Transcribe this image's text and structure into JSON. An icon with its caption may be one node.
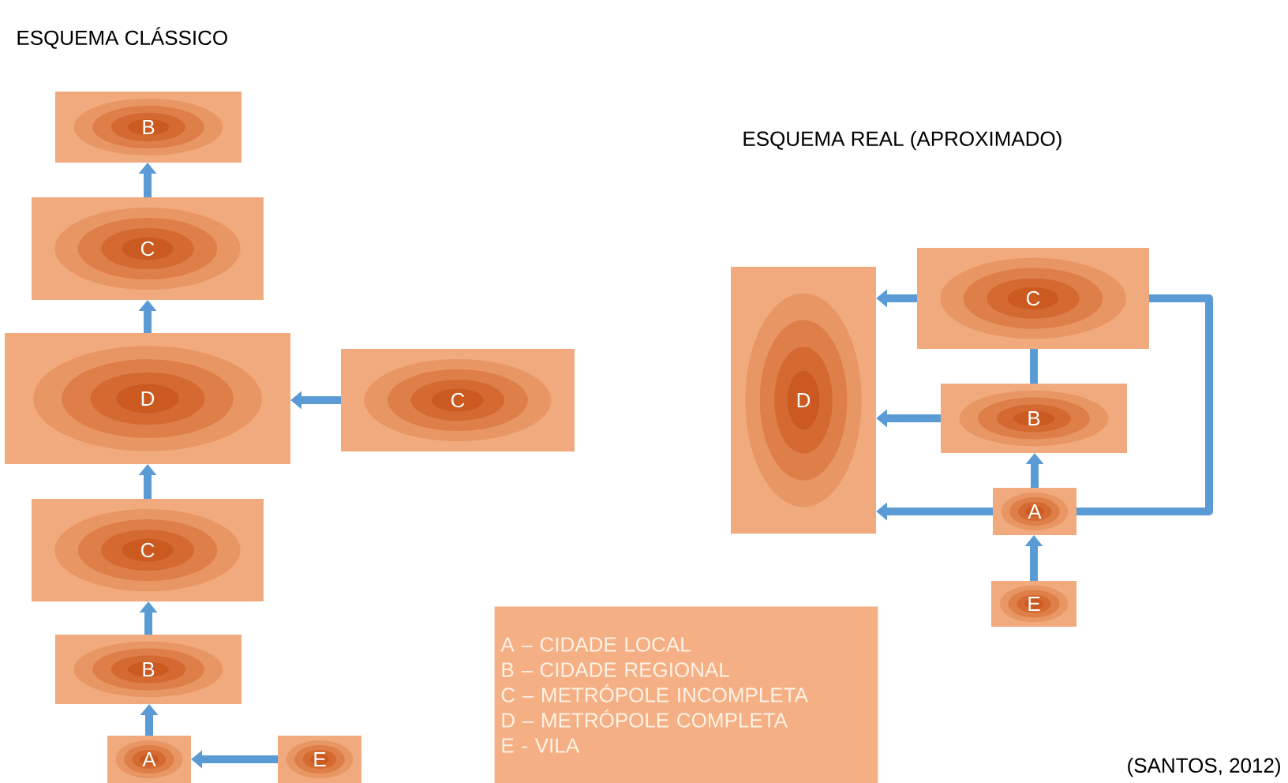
{
  "diagram": {
    "nodes": [
      {
        "text": [
          "B"
        ]
      },
      {
        "text": [
          "C"
        ]
      },
      {
        "text": [
          "D"
        ]
      },
      {
        "text": [
          "C"
        ]
      },
      {
        "text": [
          "C"
        ]
      },
      {
        "text": [
          "B"
        ]
      },
      {
        "text": [
          "A"
        ]
      },
      {
        "text": [
          "E"
        ]
      },
      {
        "text": [
          "D"
        ]
      },
      {
        "text": [
          "C"
        ]
      },
      {
        "text": [
          "B"
        ]
      },
      {
        "text": [
          "A"
        ]
      },
      {
        "text": [
          "E"
        ]
      },
      {
        "text": [
          "A – CIDADE LOCAL",
          "B – CIDADE REGIONAL",
          "C – METRÓPOLE INCOMPLETA",
          "D – METRÓPOLE COMPLETA",
          "E - VILA"
        ]
      }
    ],
    "edges": [
      {
        "from": 1,
        "to": 0,
        "arrow": "to"
      },
      {
        "from": 2,
        "to": 1,
        "arrow": "to"
      },
      {
        "from": 3,
        "to": 2,
        "arrow": "to"
      },
      {
        "from": 4,
        "to": 2,
        "arrow": "to"
      },
      {
        "from": 5,
        "to": 4,
        "arrow": "to"
      },
      {
        "from": 6,
        "to": 5,
        "arrow": "to"
      },
      {
        "from": 7,
        "to": 6,
        "arrow": "to"
      },
      {
        "from": 9,
        "to": 8,
        "arrow": "to"
      },
      {
        "from": 10,
        "to": 9,
        "arrow": "none"
      },
      {
        "from": 10,
        "to": 8,
        "arrow": "to"
      },
      {
        "from": 11,
        "to": 10,
        "arrow": "to"
      },
      {
        "from": 11,
        "to": 8,
        "arrow": "to"
      },
      {
        "from": 11,
        "to": 9,
        "arrow": "none"
      },
      {
        "from": 12,
        "to": 11,
        "arrow": "to"
      }
    ],
    "labels": [
      "ESQUEMA CLÁSSICO",
      "ESQUEMA REAL (APROXIMADO)",
      "(SANTOS, 2012)"
    ]
  }
}
